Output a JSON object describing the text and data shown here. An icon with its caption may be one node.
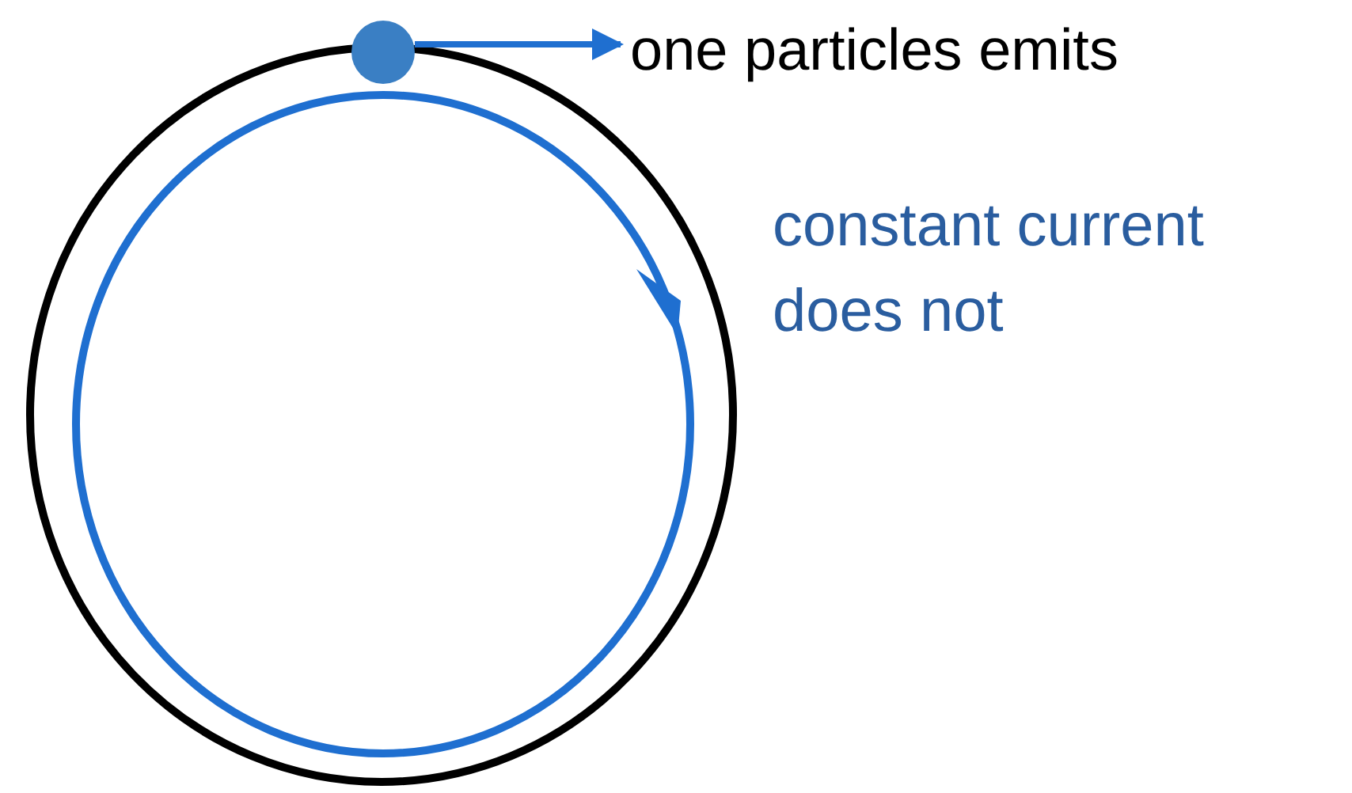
{
  "diagram": {
    "nodes": [
      {
        "text": [],
        "shape": "circle"
      },
      {
        "text": [
          "one particles emits"
        ]
      }
    ],
    "edges": [
      {
        "from": 0,
        "to": 1,
        "arrow": "to"
      }
    ],
    "labels": [
      "constant current does not"
    ]
  }
}
